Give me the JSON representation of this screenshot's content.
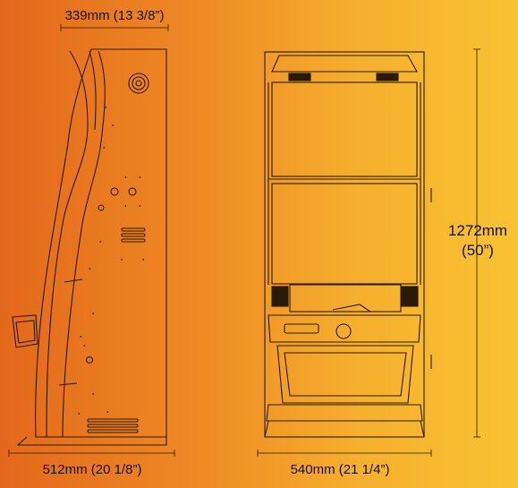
{
  "dimensions": {
    "top_width": "339mm (13 3/8”)",
    "side_depth": "512mm (20 1/8”)",
    "front_width": "540mm (21 1/4”)",
    "height_mm": "1272mm",
    "height_in": "(50”)"
  },
  "colors": {
    "background_start": "#e3681c",
    "background_end": "#f9c232",
    "line": "#2a1a08"
  }
}
